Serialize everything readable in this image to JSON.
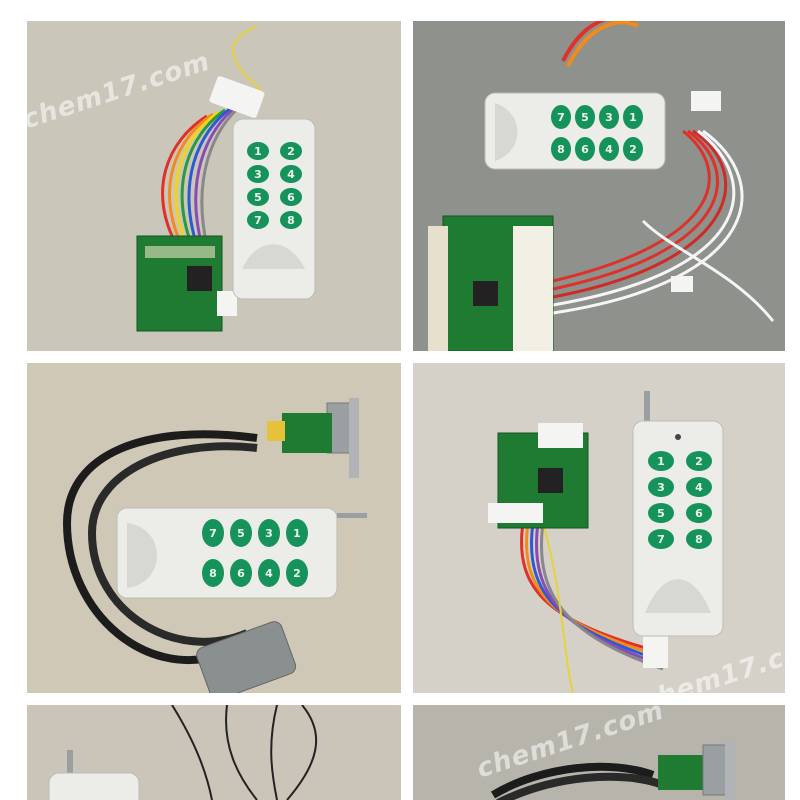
{
  "watermark": {
    "text": "chem17.com"
  },
  "colors": {
    "remote_body": "#ecece8",
    "key_green": "#16935b",
    "pcb_green": "#1f7a32",
    "cable_black": "#1c1c1c"
  },
  "panels": [
    {
      "id": "p1",
      "keys": [
        "1",
        "2",
        "3",
        "4",
        "5",
        "6",
        "7",
        "8"
      ],
      "background": "#c9c4b8"
    },
    {
      "id": "p2",
      "keys": [
        "1",
        "2",
        "3",
        "4",
        "5",
        "6",
        "7",
        "8"
      ],
      "background": "#8c8f8a"
    },
    {
      "id": "p3",
      "keys": [
        "1",
        "2",
        "3",
        "4",
        "5",
        "6",
        "7",
        "8"
      ],
      "background": "#cfc7b5"
    },
    {
      "id": "p4",
      "keys": [
        "1",
        "2",
        "3",
        "4",
        "5",
        "6",
        "7",
        "8"
      ],
      "background": "#d3cfc6"
    },
    {
      "id": "p5",
      "keys": [],
      "background": "#c8c3b6"
    },
    {
      "id": "p6",
      "keys": [],
      "background": "#b5b2aa"
    }
  ]
}
